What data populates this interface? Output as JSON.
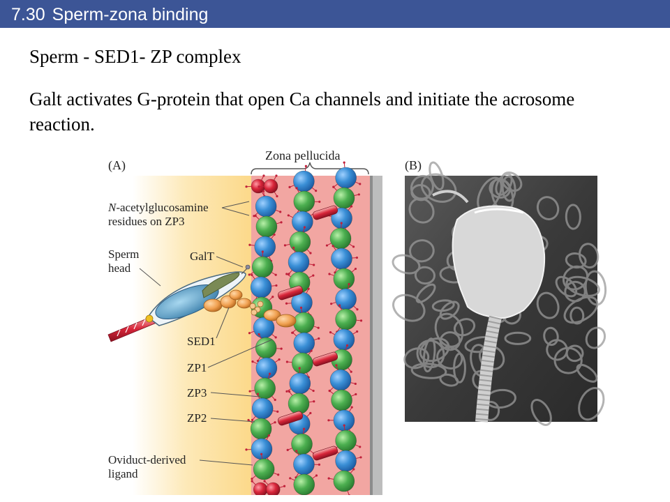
{
  "slide": {
    "number": "7.30",
    "title": "Sperm-zona binding",
    "heading": "Sperm - SED1- ZP complex",
    "body": "Galt activates G-protein that open Ca channels and initiate the acrosome reaction."
  },
  "figure": {
    "panel_a_label": "(A)",
    "panel_b_label": "(B)",
    "zona_label": "Zona pellucida",
    "labels": {
      "nag_italic": "N",
      "nag_line1_rest": "-acetylglucosamine",
      "nag_line2": "residues on ZP3",
      "sperm_line1": "Sperm",
      "sperm_line2": "head",
      "galt": "GalT",
      "sed1": "SED1",
      "zp1": "ZP1",
      "zp3": "ZP3",
      "zp2": "ZP2",
      "oviduct_line1": "Oviduct-derived",
      "oviduct_line2": "ligand"
    },
    "colors": {
      "zp3_blue": "#3a8fd6",
      "zp2_green": "#4caf50",
      "ligand_red": "#d8263a",
      "medium_yellow": "#fde4a6",
      "zona_pink": "#f2a6a2",
      "sed1_orange": "#f0a050"
    }
  }
}
